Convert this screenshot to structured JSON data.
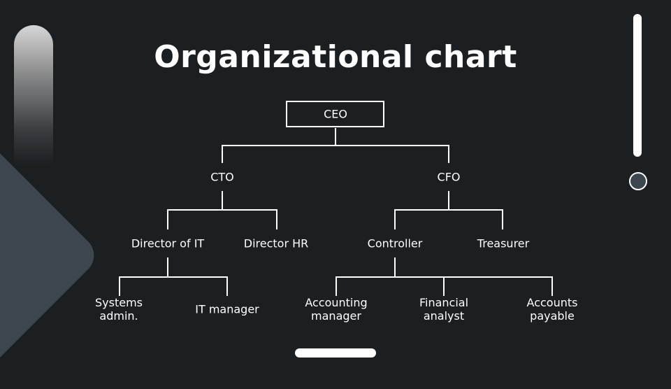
{
  "title": "Organizational chart",
  "colors": {
    "background": "#1b1f22",
    "accent": "#3c474e",
    "text": "#ffffff"
  },
  "org": {
    "ceo": "CEO",
    "cto": "CTO",
    "cfo": "CFO",
    "director_it": "Director of IT",
    "director_hr": "Director HR",
    "controller": "Controller",
    "treasurer": "Treasurer",
    "systems_admin": "Systems\nadmin.",
    "it_manager": "IT manager",
    "accounting_manager": "Accounting\nmanager",
    "financial_analyst": "Financial\nanalyst",
    "accounts_payable": "Accounts\npayable"
  }
}
